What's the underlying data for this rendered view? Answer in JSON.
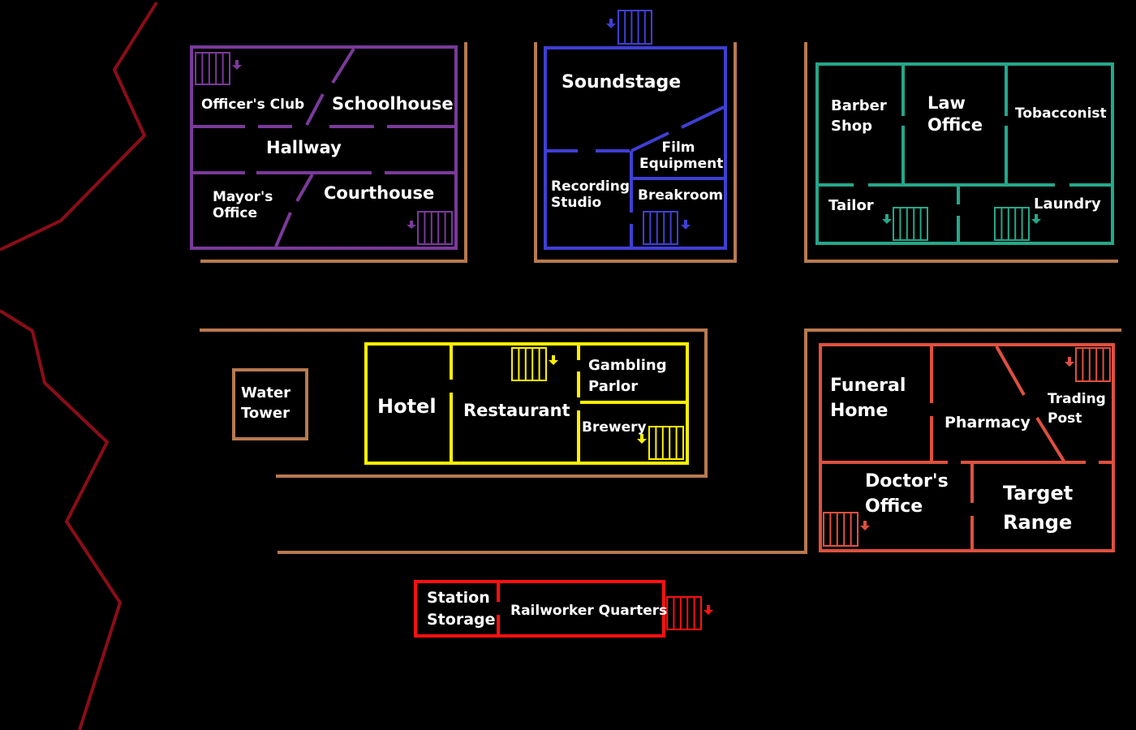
{
  "colors": {
    "background": "#000000",
    "road": "#b87a50",
    "boundary": "#8b0d17",
    "town_hall": "#7a3a9a",
    "studio": "#3f3fd4",
    "shops": "#25a78a",
    "hotel": "#fff000",
    "medical": "#e0503f",
    "station": "#ff1010",
    "label": "#ffffff"
  },
  "icons": {
    "stairs": "stairs-icon",
    "stairs_arrow": "arrow-down-icon"
  },
  "buildings": {
    "town_hall": {
      "rooms": {
        "officers_club": [
          "Officer's Club"
        ],
        "schoolhouse": [
          "Schoolhouse"
        ],
        "hallway": [
          "Hallway"
        ],
        "mayors_office": [
          "Mayor's",
          "Office"
        ],
        "courthouse": [
          "Courthouse"
        ]
      }
    },
    "studio": {
      "rooms": {
        "soundstage": [
          "Soundstage"
        ],
        "film_equipment": [
          "Film",
          "Equipment"
        ],
        "recording_studio": [
          "Recording",
          "Studio"
        ],
        "breakroom": [
          "Breakroom"
        ]
      }
    },
    "shops": {
      "rooms": {
        "barber_shop": [
          "Barber",
          "Shop"
        ],
        "law_office": [
          "Law",
          "Office"
        ],
        "tobacconist": [
          "Tobacconist"
        ],
        "tailor": [
          "Tailor"
        ],
        "laundry": [
          "Laundry"
        ]
      }
    },
    "water_tower": {
      "rooms": {
        "water_tower": [
          "Water",
          "Tower"
        ]
      }
    },
    "hotel": {
      "rooms": {
        "hotel": [
          "Hotel"
        ],
        "restaurant": [
          "Restaurant"
        ],
        "gambling_parlor": [
          "Gambling",
          "Parlor"
        ],
        "brewery": [
          "Brewery"
        ]
      }
    },
    "medical": {
      "rooms": {
        "funeral_home": [
          "Funeral",
          "Home"
        ],
        "pharmacy": [
          "Pharmacy"
        ],
        "trading_post": [
          "Trading",
          "Post"
        ],
        "doctors_office": [
          "Doctor's",
          "Office"
        ],
        "target_range": [
          "Target",
          "Range"
        ]
      }
    },
    "station": {
      "rooms": {
        "station_storage": [
          "Station",
          "Storage"
        ],
        "railworker_quarters": [
          "Railworker Quarters"
        ]
      }
    }
  }
}
